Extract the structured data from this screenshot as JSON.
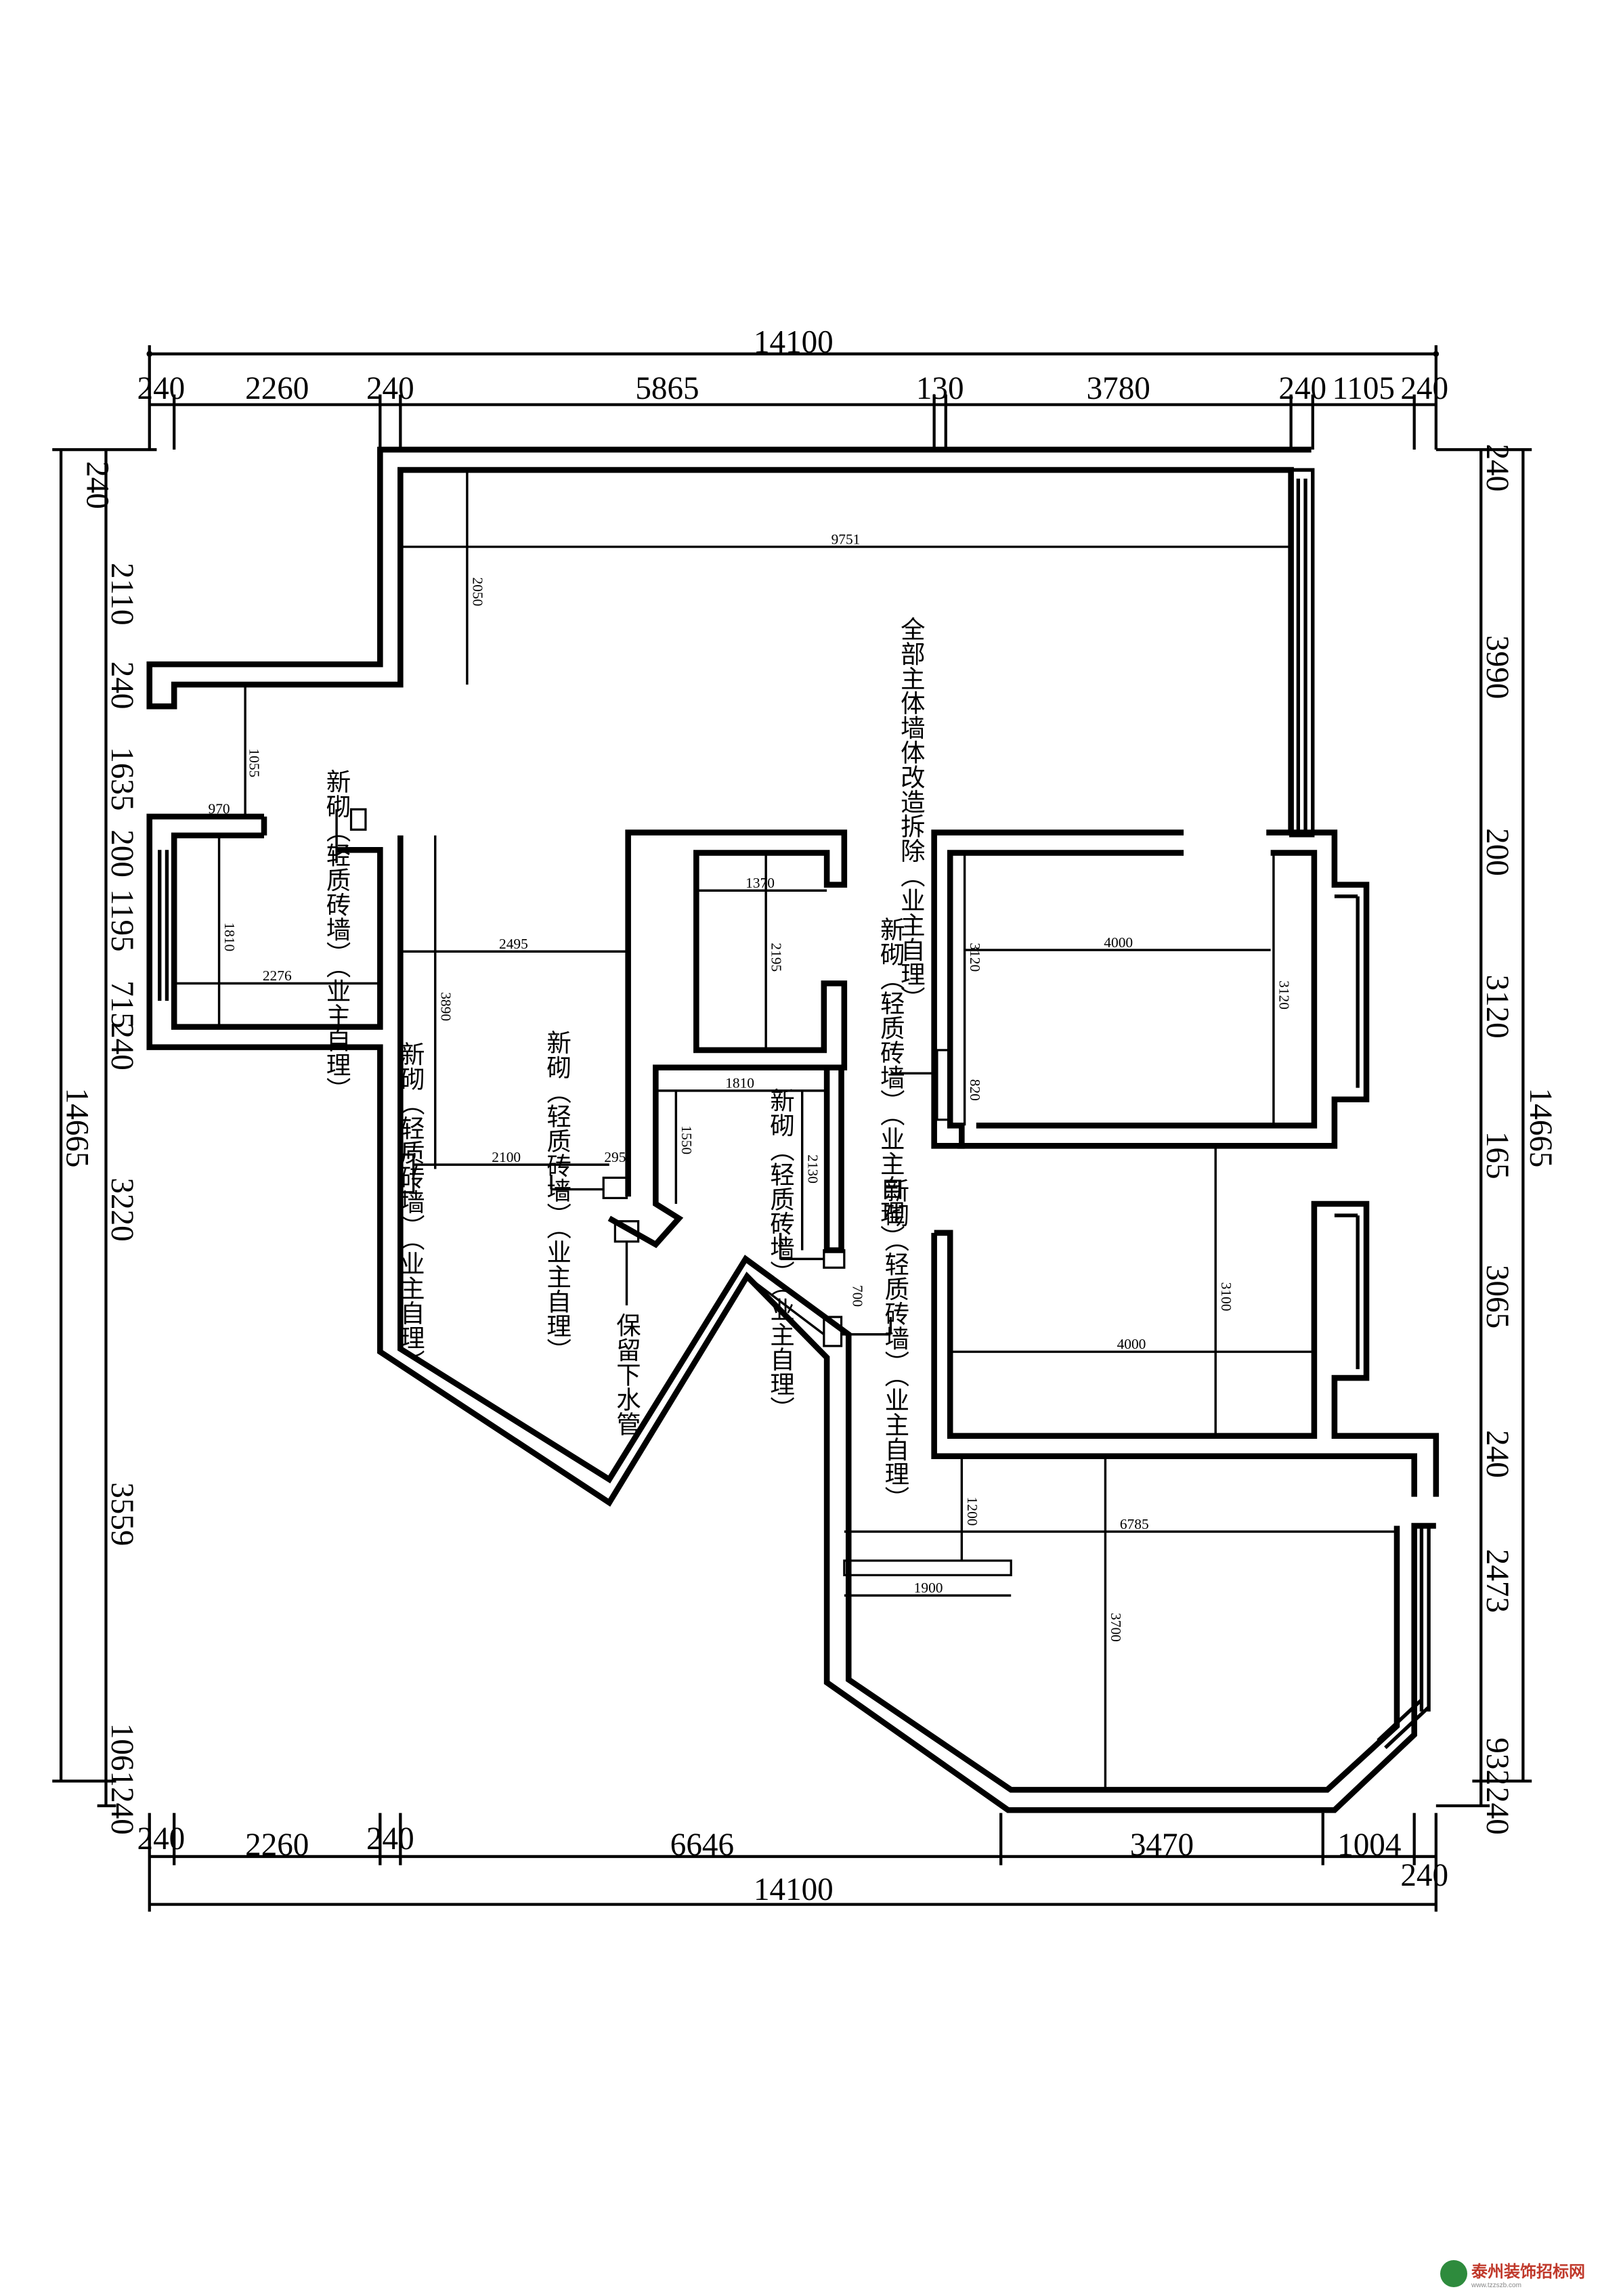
{
  "dimensions": {
    "top_total": "14100",
    "top_segments": [
      "240",
      "2260",
      "240",
      "5865",
      "130",
      "3780",
      "240",
      "1105",
      "240"
    ],
    "bottom_segments": [
      "240",
      "2260",
      "240",
      "6646",
      "3470",
      "1004",
      "240"
    ],
    "bottom_total": "14100",
    "left_segments": [
      "240",
      "2110",
      "240",
      "1635",
      "200",
      "1195",
      "715",
      "240",
      "3220",
      "3559",
      "1061",
      "240"
    ],
    "left_total": "14665",
    "right_segments": [
      "240",
      "3990",
      "200",
      "3120",
      "165",
      "3065",
      "240",
      "2473",
      "932",
      "240"
    ],
    "right_total": "14665"
  },
  "interior_dims": {
    "d9751": "9751",
    "d2050": "2050",
    "d1055": "1055",
    "d970": "970",
    "d1810": "1810",
    "d2276": "2276",
    "d2495": "2495",
    "d3890": "3890",
    "d1370": "1370",
    "d2195": "2195",
    "d3120a": "3120",
    "d4000a": "4000",
    "d3120b": "3120",
    "d820": "820",
    "d1810b": "1810",
    "d1550": "1550",
    "d2100": "2100",
    "d295": "295",
    "d2130": "2130",
    "d3100": "3100",
    "d4000b": "4000",
    "d1200": "1200",
    "d6785": "6785",
    "d1900": "1900",
    "d3700": "3700",
    "d700": "700"
  },
  "notes": {
    "n_top": "全部主体墙体改造拆除（业主自理）",
    "n_left_upper": "新砌（轻质砖墙）（业主自理）",
    "n_left_mid": "新砌（轻质砖墙）（业主自理）",
    "n_center": "新砌（轻质砖墙）（业主自理）",
    "n_center2": "新砌（轻质砖墙）（业主自理）",
    "n_right_upper": "新砌（轻质砖墙）（业主自理）",
    "n_right_lower": "新砌（轻质砖墙）（业主自理）",
    "n_drain": "保留下水管"
  },
  "watermark": {
    "name": "泰州装饰招标网",
    "url": "www.tzzszb.com"
  }
}
